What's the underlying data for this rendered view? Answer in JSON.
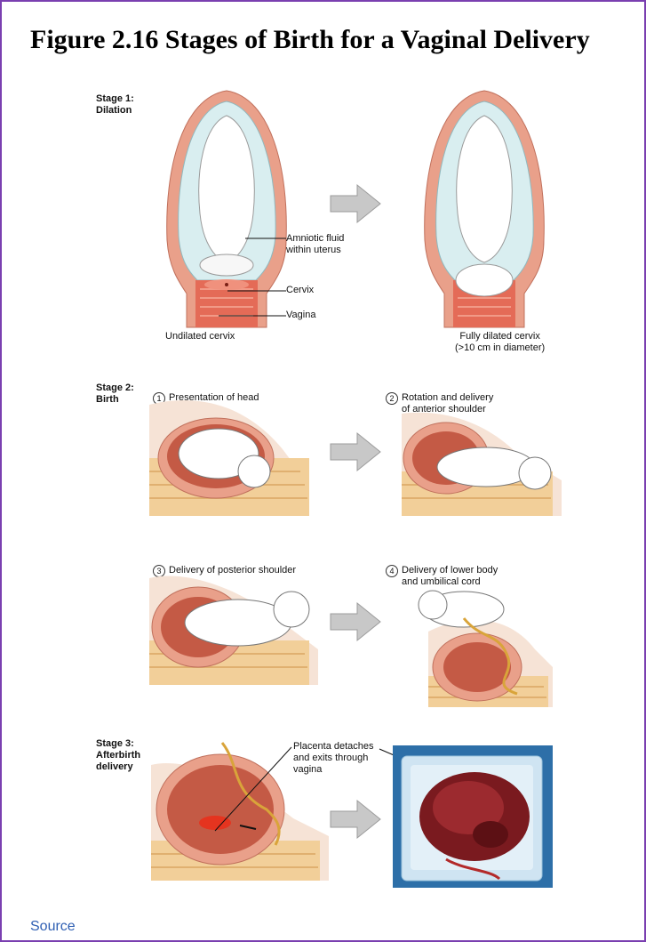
{
  "title": "Figure 2.16 Stages of Birth for a Vaginal Delivery",
  "stage1": {
    "label": "Stage 1:\nDilation",
    "callouts": {
      "amniotic": "Amniotic fluid\nwithin uterus",
      "cervix": "Cervix",
      "vagina": "Vagina"
    },
    "caption_left": "Undilated cervix",
    "caption_right": "Fully dilated cervix\n(>10 cm in diameter)"
  },
  "stage2": {
    "label": "Stage 2:\nBirth",
    "steps": [
      {
        "num": "1",
        "text": "Presentation of head"
      },
      {
        "num": "2",
        "text": "Rotation and delivery\nof anterior shoulder"
      },
      {
        "num": "3",
        "text": "Delivery of posterior shoulder"
      },
      {
        "num": "4",
        "text": "Delivery of lower body\nand umbilical cord"
      }
    ]
  },
  "stage3": {
    "label": "Stage 3:\nAfterbirth\ndelivery",
    "callout": "Placenta detaches\nand exits through\nvagina"
  },
  "source_link": "Source",
  "colors": {
    "frame": "#7a3fb0",
    "link": "#2f5fb3",
    "uterus": "#e9a08a",
    "amniotic": "#d9eef0",
    "spine": "#f2cf99",
    "arrow": "#c8c8c8"
  }
}
